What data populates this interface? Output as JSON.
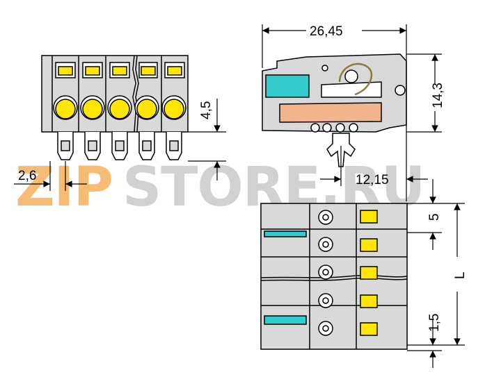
{
  "dimensions": {
    "width_total": "26,45",
    "height_body": "14,3",
    "offset_top": "4,5",
    "pitch_left": "2,6",
    "pin_offset": "12,15",
    "top_offset": "5",
    "length": "L",
    "bottom_offset": "1,5"
  },
  "watermark": {
    "part1": "ZIP",
    "part2": "STORE.RU"
  },
  "colors": {
    "housing": "#d9d9d9",
    "outline": "#000000",
    "pusher": "#ffe600",
    "release_tab": "#33cccc",
    "clamp": "#f2b48c",
    "watermark_orange": "#f6b15c",
    "watermark_gray": "#c9c9c9"
  }
}
